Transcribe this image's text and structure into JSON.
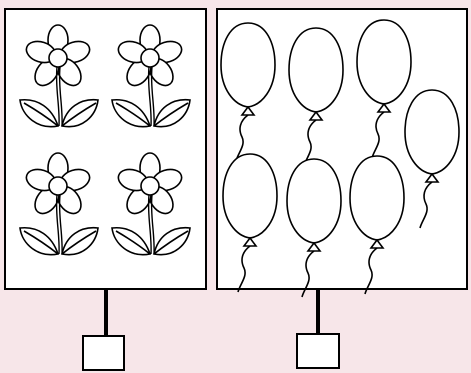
{
  "colors": {
    "background": "#F7E6E9",
    "panel": "#FFFFFF",
    "ink": "#000000"
  },
  "worksheet": {
    "panels": [
      {
        "name": "flowers",
        "picture": "flower-icon",
        "count": 4
      },
      {
        "name": "balloons",
        "picture": "balloon-icon",
        "count": 7
      }
    ],
    "answer_boxes": [
      {
        "for": "flowers",
        "value": ""
      },
      {
        "for": "balloons",
        "value": ""
      }
    ]
  }
}
